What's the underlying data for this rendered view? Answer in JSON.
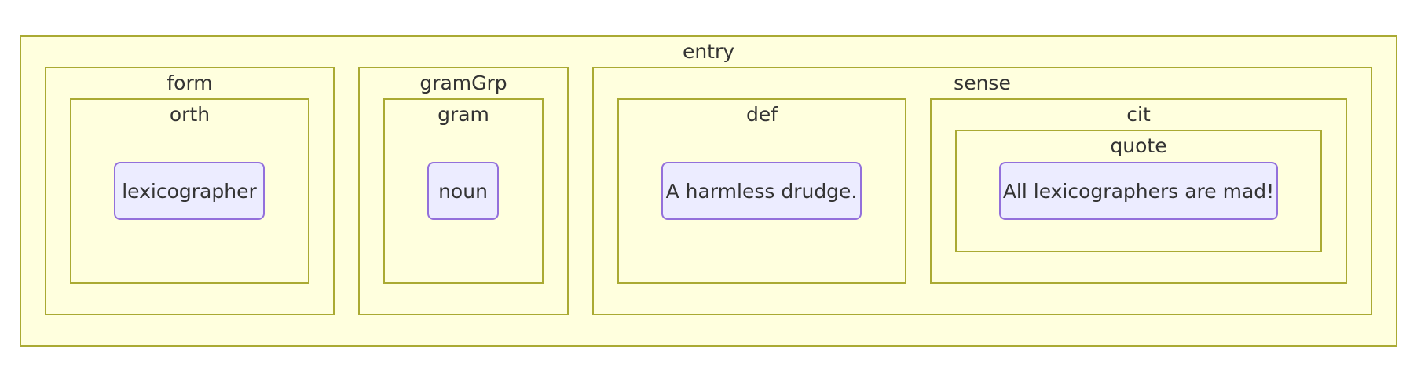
{
  "diagram": {
    "entry": {
      "label": "entry"
    },
    "form": {
      "label": "form"
    },
    "orth": {
      "label": "orth"
    },
    "gramGrp": {
      "label": "gramGrp"
    },
    "gram": {
      "label": "gram"
    },
    "sense": {
      "label": "sense"
    },
    "def": {
      "label": "def"
    },
    "cit": {
      "label": "cit"
    },
    "quote": {
      "label": "quote"
    },
    "nodes": {
      "lexicographer": "lexicographer",
      "noun": "noun",
      "definition": "A harmless drudge.",
      "quotation": "All lexicographers are mad!"
    }
  },
  "colors": {
    "cluster_fill": "#ffffde",
    "cluster_border": "#aaaa33",
    "node_fill": "#ececff",
    "node_border": "#9370db",
    "text": "#333333"
  }
}
